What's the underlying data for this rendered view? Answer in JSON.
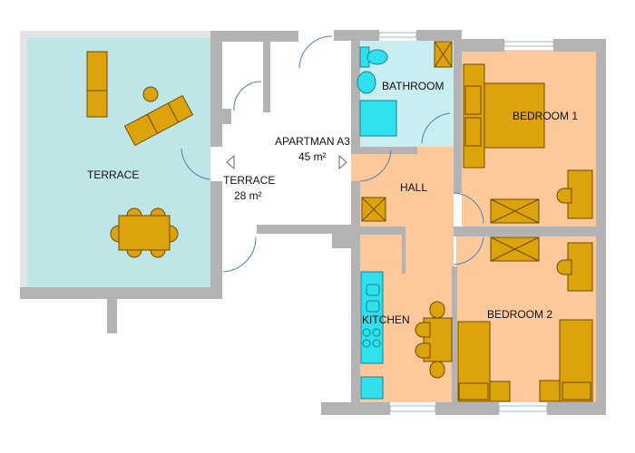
{
  "plan": {
    "title": "APARTMAN A3",
    "area": "45 m²",
    "terrace_title": "TERRACE",
    "terrace_area": "28 m²"
  },
  "rooms": [
    {
      "id": "terrace",
      "label": "TERRACE"
    },
    {
      "id": "bathroom",
      "label": "BATHROOM"
    },
    {
      "id": "bedroom1",
      "label": "BEDROOM 1"
    },
    {
      "id": "hall",
      "label": "HALL"
    },
    {
      "id": "kitchen",
      "label": "KITCHEN"
    },
    {
      "id": "bedroom2",
      "label": "BEDROOM 2"
    }
  ],
  "colors": {
    "wall": "#b3b3b3",
    "terrace_floor": "#bfe6e6",
    "bathroom_floor": "#c9eef2",
    "room_floor": "#fdc99a",
    "furniture": "#dca30a",
    "fixture": "#2fe0ee"
  }
}
